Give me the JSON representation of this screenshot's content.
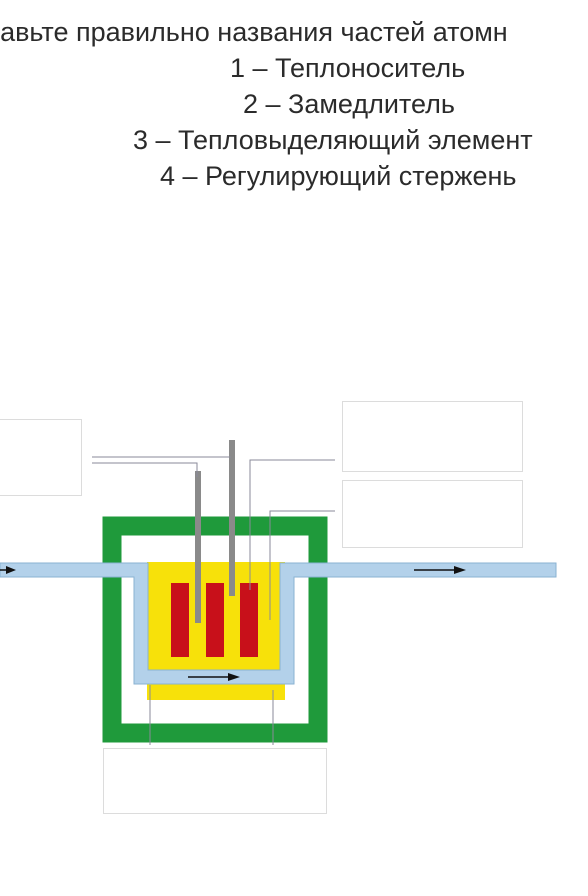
{
  "header": {
    "title": "тавьте правильно названия частей атомн",
    "items": [
      "1 – Теплоноситель",
      "2 – Замедлитель",
      "3 – Тепловыделяющий элемент",
      "4 – Регулирующий стержень"
    ]
  },
  "colors": {
    "shield": "#1f9a3b",
    "moderator": "#f7e10a",
    "fuel": "#c8101a",
    "coolant": "#b3d1ea",
    "coolant_edge": "#8ab2d2",
    "rod": "#8a8a8a",
    "leader": "#8a8a9a",
    "arrow": "#111111"
  },
  "answer_boxes": [
    "",
    "",
    "",
    ""
  ]
}
